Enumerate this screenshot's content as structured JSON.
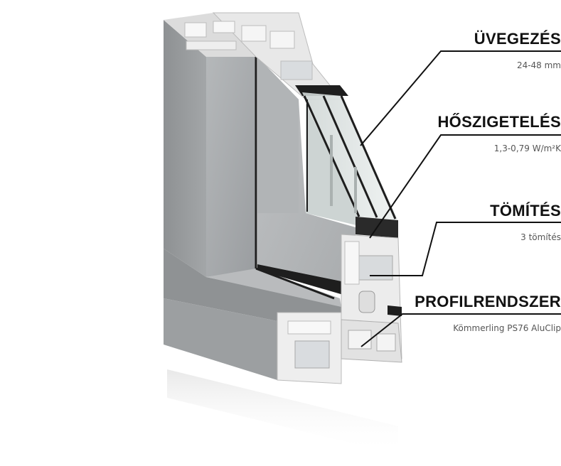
{
  "features": [
    {
      "title": "ÜVEGEZÉS",
      "detail": "24-48 mm"
    },
    {
      "title": "HŐSZIGETELÉS",
      "detail": "1,3-0,79 W/m²K"
    },
    {
      "title": "TÖMÍTÉS",
      "detail": "3 tömítés"
    },
    {
      "title": "PROFILRENDSZER",
      "detail": "Kömmerling PS76 AluClip"
    }
  ],
  "colors": {
    "frame_face": "#a6a9ab",
    "frame_light": "#c3c5c7",
    "frame_dark": "#7e8183",
    "pvc_white": "#f2f2f2",
    "glass": "#dfe5e4",
    "gasket": "#1e1e1e",
    "leader_line": "#111111"
  }
}
